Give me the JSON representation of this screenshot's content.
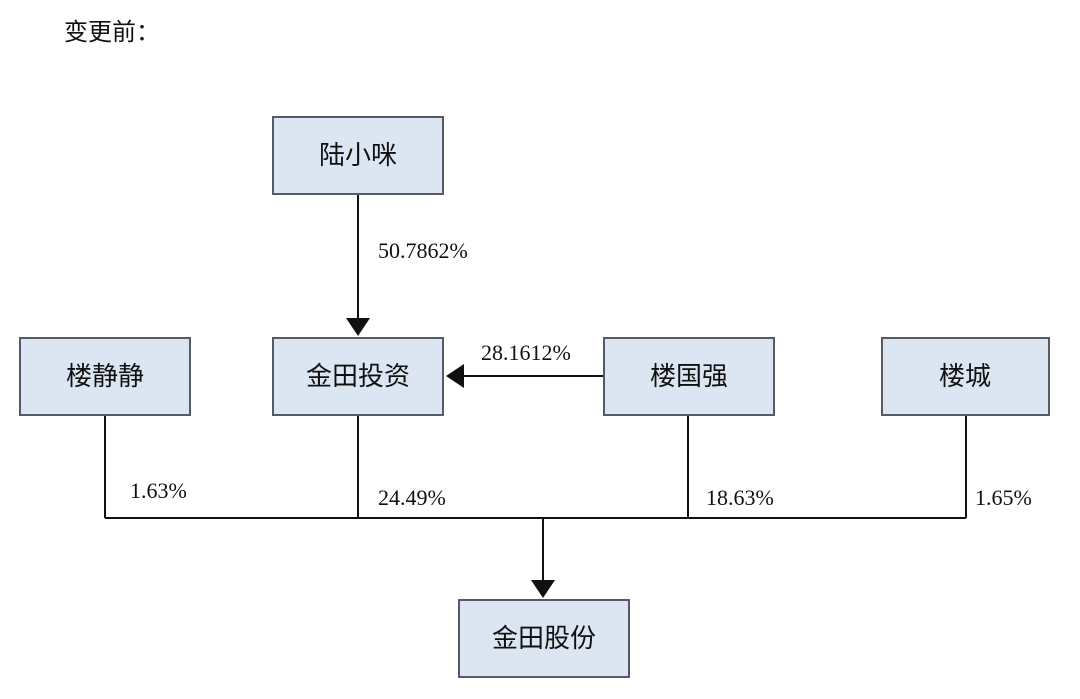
{
  "heading": "变更前：",
  "nodes": {
    "lu_xiaomi": "陆小咪",
    "lou_jingjing": "楼静静",
    "jintian_touzi": "金田投资",
    "lou_guoqiang": "楼国强",
    "lou_cheng": "楼城",
    "jintian_gufen": "金田股份"
  },
  "edges": {
    "lu_xiaomi_to_jintian_touzi": "50.7862%",
    "lou_guoqiang_to_jintian_touzi": "28.1612%",
    "lou_jingjing_to_jintian_gufen": "1.63%",
    "jintian_touzi_to_jintian_gufen": "24.49%",
    "lou_guoqiang_to_jintian_gufen": "18.63%",
    "lou_cheng_to_jintian_gufen": "1.65%"
  }
}
